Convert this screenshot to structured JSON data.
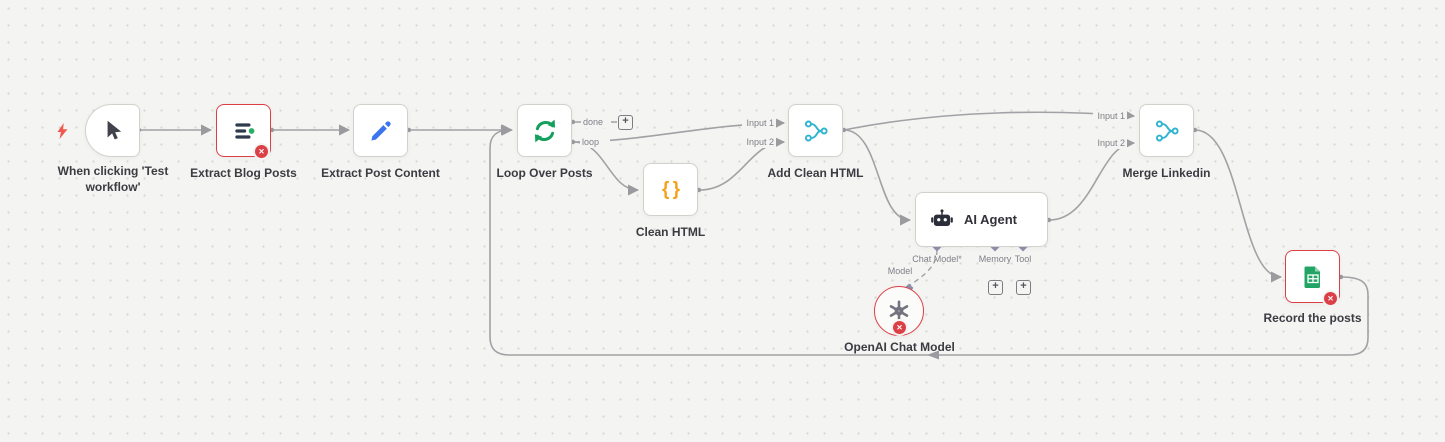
{
  "app": {
    "name": "workflow editor canvas"
  },
  "glyphs": {
    "plus": "+",
    "error": "✕",
    "braces": "{ }"
  },
  "colors": {
    "canvas_bg": "#f4f4f2",
    "dot": "#d8d8d3",
    "connector": "#9b9b9f",
    "node_border": "#d2d2cd",
    "error_red": "#dc4047",
    "loop_green": "#12a05c",
    "pencil_blue": "#3c74f0",
    "merge_teal": "#31b4cf",
    "braces_orange": "#f5a11c",
    "sheets_green": "#21a464",
    "openai_gray": "#73737f",
    "diamond": "#8f8fae",
    "lightning": "#f1564f"
  },
  "nodes": {
    "trigger": {
      "label": "When clicking 'Test workflow'"
    },
    "extract_blog": {
      "label": "Extract Blog Posts",
      "has_error": true
    },
    "extract_post": {
      "label": "Extract Post Content"
    },
    "loop": {
      "label": "Loop Over Posts"
    },
    "clean_html": {
      "label": "Clean HTML"
    },
    "add_clean": {
      "label": "Add Clean HTML"
    },
    "ai_agent": {
      "label": "AI Agent"
    },
    "openai": {
      "label": "OpenAI Chat Model",
      "has_error": true
    },
    "merge": {
      "label": "Merge Linkedin"
    },
    "record": {
      "label": "Record the posts",
      "has_error": true
    }
  },
  "ports": {
    "done": "done",
    "loop": "loop",
    "add_clean_input1": "Input 1",
    "add_clean_input2": "Input 2",
    "merge_input1": "Input 1",
    "merge_input2": "Input 2",
    "chat_model": "Chat Model*",
    "memory": "Memory",
    "tool": "Tool",
    "model": "Model"
  },
  "connections": [
    {
      "from": "When clicking 'Test workflow'",
      "to": "Extract Blog Posts"
    },
    {
      "from": "Extract Blog Posts",
      "to": "Extract Post Content"
    },
    {
      "from": "Extract Post Content",
      "to": "Loop Over Posts"
    },
    {
      "from": "Loop Over Posts",
      "output": "done",
      "to": "(add node)"
    },
    {
      "from": "Loop Over Posts",
      "output": "loop",
      "to": "Clean HTML"
    },
    {
      "from": "Loop Over Posts",
      "output": "loop",
      "to": "Add Clean HTML",
      "to_input": "Input 1"
    },
    {
      "from": "Clean HTML",
      "to": "Add Clean HTML",
      "to_input": "Input 2"
    },
    {
      "from": "Add Clean HTML",
      "to": "AI Agent"
    },
    {
      "from": "Add Clean HTML",
      "to": "Merge Linkedin",
      "to_input": "Input 1"
    },
    {
      "from": "AI Agent",
      "to": "Merge Linkedin",
      "to_input": "Input 2"
    },
    {
      "from": "Merge Linkedin",
      "to": "Record the posts"
    },
    {
      "from": "Record the posts",
      "to": "Loop Over Posts",
      "style": "loop-back"
    },
    {
      "from": "OpenAI Chat Model",
      "to": "AI Agent",
      "to_input": "Chat Model*",
      "style": "dashed"
    }
  ]
}
